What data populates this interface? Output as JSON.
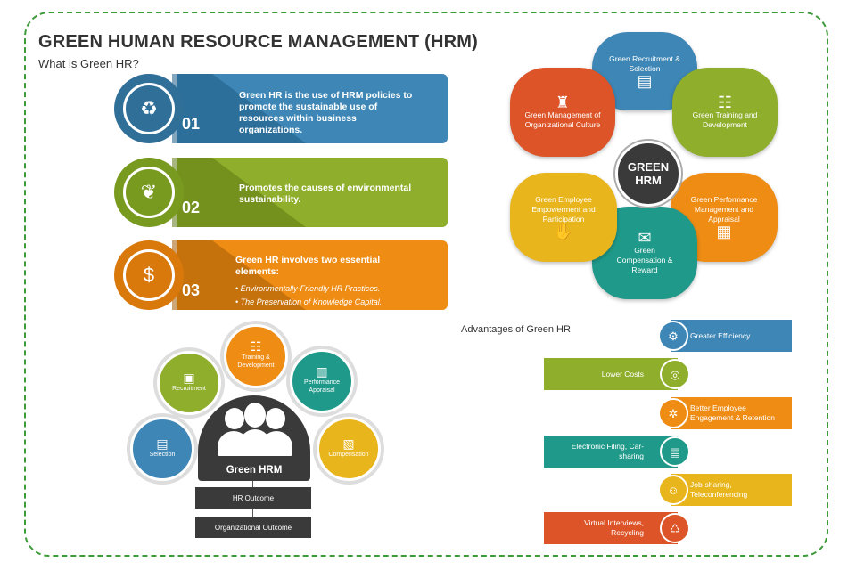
{
  "title": "GREEN HUMAN RESOURCE MANAGEMENT (HRM)",
  "subtitle": "What is Green HR?",
  "rows": [
    {
      "number": "01",
      "text": "Green HR is the use of HRM policies to promote the sustainable use of resources within business organizations.",
      "icon": "people-cycle-icon",
      "color": "#3d86b5"
    },
    {
      "number": "02",
      "text": "Promotes the causes of environmental sustainability.",
      "icon": "plant-hand-icon",
      "color": "#8fae2b"
    },
    {
      "number": "03",
      "text": "Green HR involves two essential elements:",
      "bullets": [
        "Environmentally-Friendly HR Practices.",
        "The Preservation of Knowledge Capital."
      ],
      "icon": "dollar-growth-icon",
      "color": "#ee8c14"
    }
  ],
  "hub": {
    "line1": "GREEN",
    "line2": "HRM"
  },
  "petals": [
    {
      "label": "Green Recruitment & Selection",
      "color": "#3d86b5",
      "icon": "document-icon"
    },
    {
      "label": "Green Training and Development",
      "color": "#8fae2b",
      "icon": "training-icon"
    },
    {
      "label": "Green Performance Management and Appraisal",
      "color": "#ee8c14",
      "icon": "appraisal-icon"
    },
    {
      "label": "Green Compensation & Reward",
      "color": "#1f9a8a",
      "icon": "envelope-icon"
    },
    {
      "label": "Green Employee Empowerment and Participation",
      "color": "#e9b51c",
      "icon": "hands-icon"
    },
    {
      "label": "Green Management of Organizational Culture",
      "color": "#dc5428",
      "icon": "organization-icon"
    }
  ],
  "cluster": {
    "center": "Green HRM",
    "bubbles": [
      {
        "label": "Selection",
        "color": "#3d86b5",
        "icon": "form-icon"
      },
      {
        "label": "Recruitment",
        "color": "#8fae2b",
        "icon": "resume-icon"
      },
      {
        "label": "Training & Development",
        "color": "#ee8c14",
        "icon": "training-icon"
      },
      {
        "label": "Performance Appraisal",
        "color": "#1f9a8a",
        "icon": "chart-icon"
      },
      {
        "label": "Compensation",
        "color": "#e9b51c",
        "icon": "money-icon"
      }
    ],
    "outcomes": [
      "HR Outcome",
      "Organizational Outcome"
    ]
  },
  "advantages": {
    "title": "Advantages of Green HR",
    "items": [
      {
        "label": "Greater Efficiency",
        "color": "#3d86b5",
        "icon": "gear-icon"
      },
      {
        "label": "Lower Costs",
        "color": "#8fae2b",
        "icon": "coins-icon"
      },
      {
        "label": "Better Employee Engagement & Retention",
        "color": "#ee8c14",
        "icon": "engagement-icon"
      },
      {
        "label": "Electronic Filing, Car-sharing",
        "color": "#1f9a8a",
        "icon": "files-icon"
      },
      {
        "label": "Job-sharing, Teleconferencing",
        "color": "#e9b51c",
        "icon": "conference-icon"
      },
      {
        "label": "Virtual Interviews, Recycling",
        "color": "#dc5428",
        "icon": "recycle-icon"
      }
    ]
  }
}
